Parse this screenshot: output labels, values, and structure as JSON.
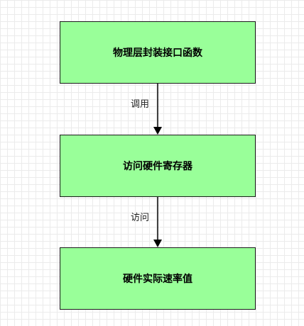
{
  "nodes": [
    {
      "label": "物理层封装接口函数"
    },
    {
      "label": "访问硬件寄存器"
    },
    {
      "label": "硬件实际速率值"
    }
  ],
  "edges": [
    {
      "label": "调用"
    },
    {
      "label": "访问"
    }
  ],
  "colors": {
    "node_fill": "#99ff99",
    "node_border": "#1a1a1a",
    "grid": "#ebebeb"
  }
}
